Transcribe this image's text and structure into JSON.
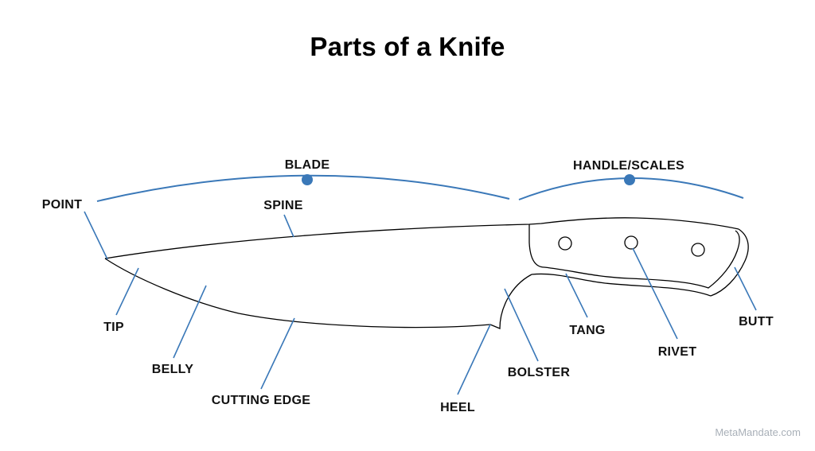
{
  "title": "Parts of a Knife",
  "labels": {
    "blade": "BLADE",
    "handle": "HANDLE/SCALES",
    "point": "POINT",
    "spine": "SPINE",
    "tip": "TIP",
    "belly": "BELLY",
    "cutting_edge": "CUTTING EDGE",
    "heel": "HEEL",
    "bolster": "BOLSTER",
    "tang": "TANG",
    "rivet": "RIVET",
    "butt": "BUTT"
  },
  "watermark": "MetaMandate.com",
  "colors": {
    "accent": "#3a78b8",
    "outline": "#000000",
    "watermark": "#a9b0b8"
  }
}
